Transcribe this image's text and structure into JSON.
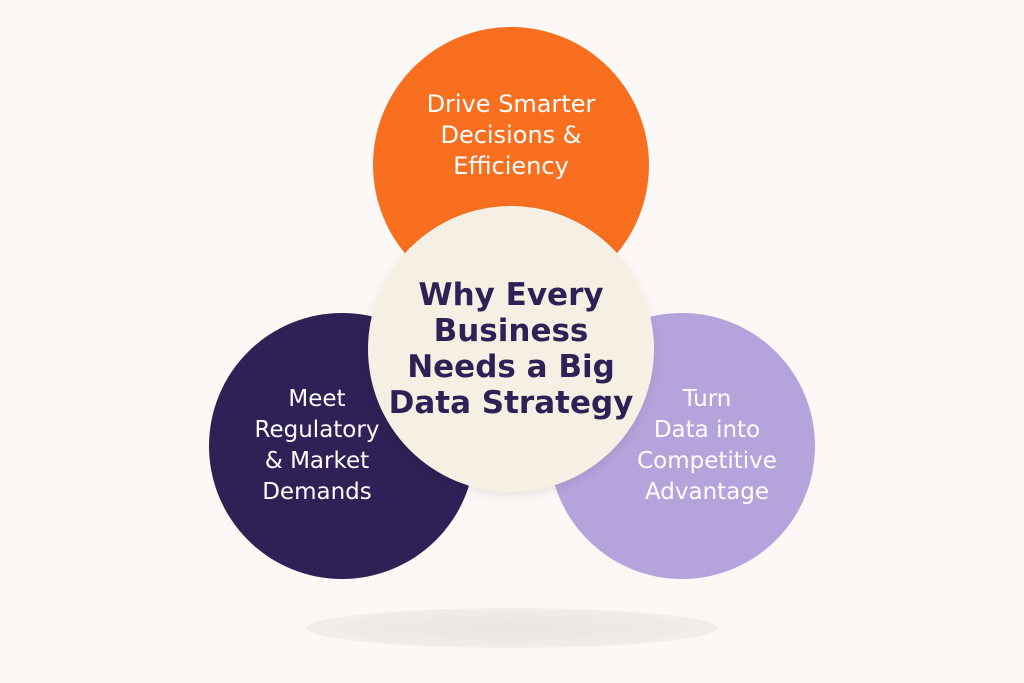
{
  "colors": {
    "background": "#fbf8f5",
    "orange": "#f76f1f",
    "dark_purple": "#2e2155",
    "light_purple": "#b5a3db",
    "center": "#f6f0e4"
  },
  "center": {
    "lines": [
      "Why Every",
      "Business",
      "Needs a Big",
      "Data Strategy"
    ]
  },
  "top": {
    "lines": [
      "Drive Smarter",
      "Decisions &",
      "Efficiency"
    ]
  },
  "left": {
    "lines": [
      "Meet",
      "Regulatory",
      "& Market",
      "Demands"
    ]
  },
  "right": {
    "lines": [
      "Turn",
      "Data into",
      "Competitive",
      "Advantage"
    ]
  }
}
